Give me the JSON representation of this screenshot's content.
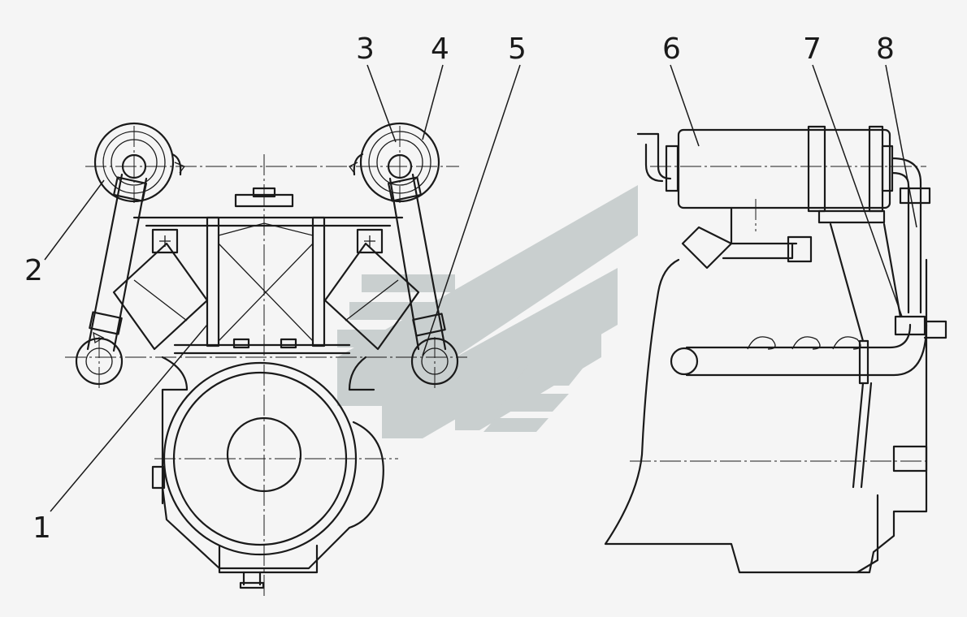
{
  "callouts": [
    {
      "id": "1",
      "label": "1"
    },
    {
      "id": "2",
      "label": "2"
    },
    {
      "id": "3",
      "label": "3"
    },
    {
      "id": "4",
      "label": "4"
    },
    {
      "id": "5",
      "label": "5"
    },
    {
      "id": "6",
      "label": "6"
    },
    {
      "id": "7",
      "label": "7"
    },
    {
      "id": "8",
      "label": "8"
    }
  ],
  "colors": {
    "background": "#f5f5f5",
    "line": "#1a1a1a",
    "watermark": "#c9cfcf"
  }
}
